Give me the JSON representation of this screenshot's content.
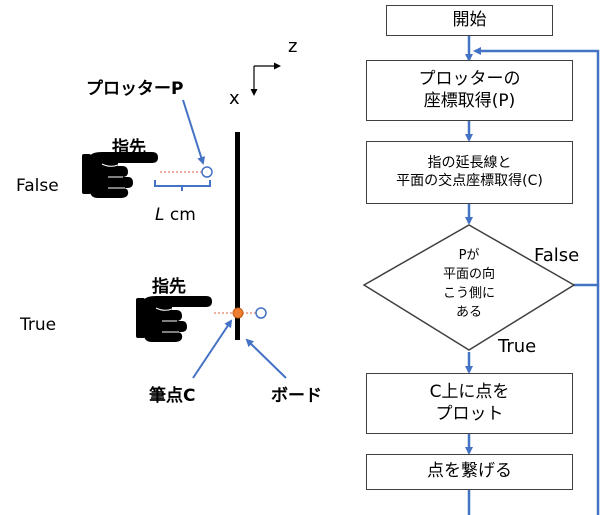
{
  "left": {
    "axis_z": "z",
    "axis_x": "x",
    "plotter_label": "プロッターP",
    "finger_top_label": "指先",
    "false_label": "False",
    "distance_label_italic": "L",
    "distance_label_unit": " cm",
    "finger_bottom_label": "指先",
    "true_label": "True",
    "pen_point_label": "筆点C",
    "board_label": "ボード"
  },
  "flow": {
    "start": "開始",
    "step1": [
      "プロッターの",
      "座標取得(P)"
    ],
    "step2": [
      "指の延長線と",
      "平面の交点座標取得(C)"
    ],
    "decision": [
      "Pが",
      "平面の向",
      "こう側に",
      "ある"
    ],
    "false_branch": "False",
    "true_branch": "True",
    "step3": [
      "C上に点を",
      "プロット"
    ],
    "step4": "点を繋げる"
  },
  "colors": {
    "arrow": "#4472C4",
    "pen_point": "#ED7D31",
    "dotted_line": "#E06040",
    "board": "#000000"
  }
}
